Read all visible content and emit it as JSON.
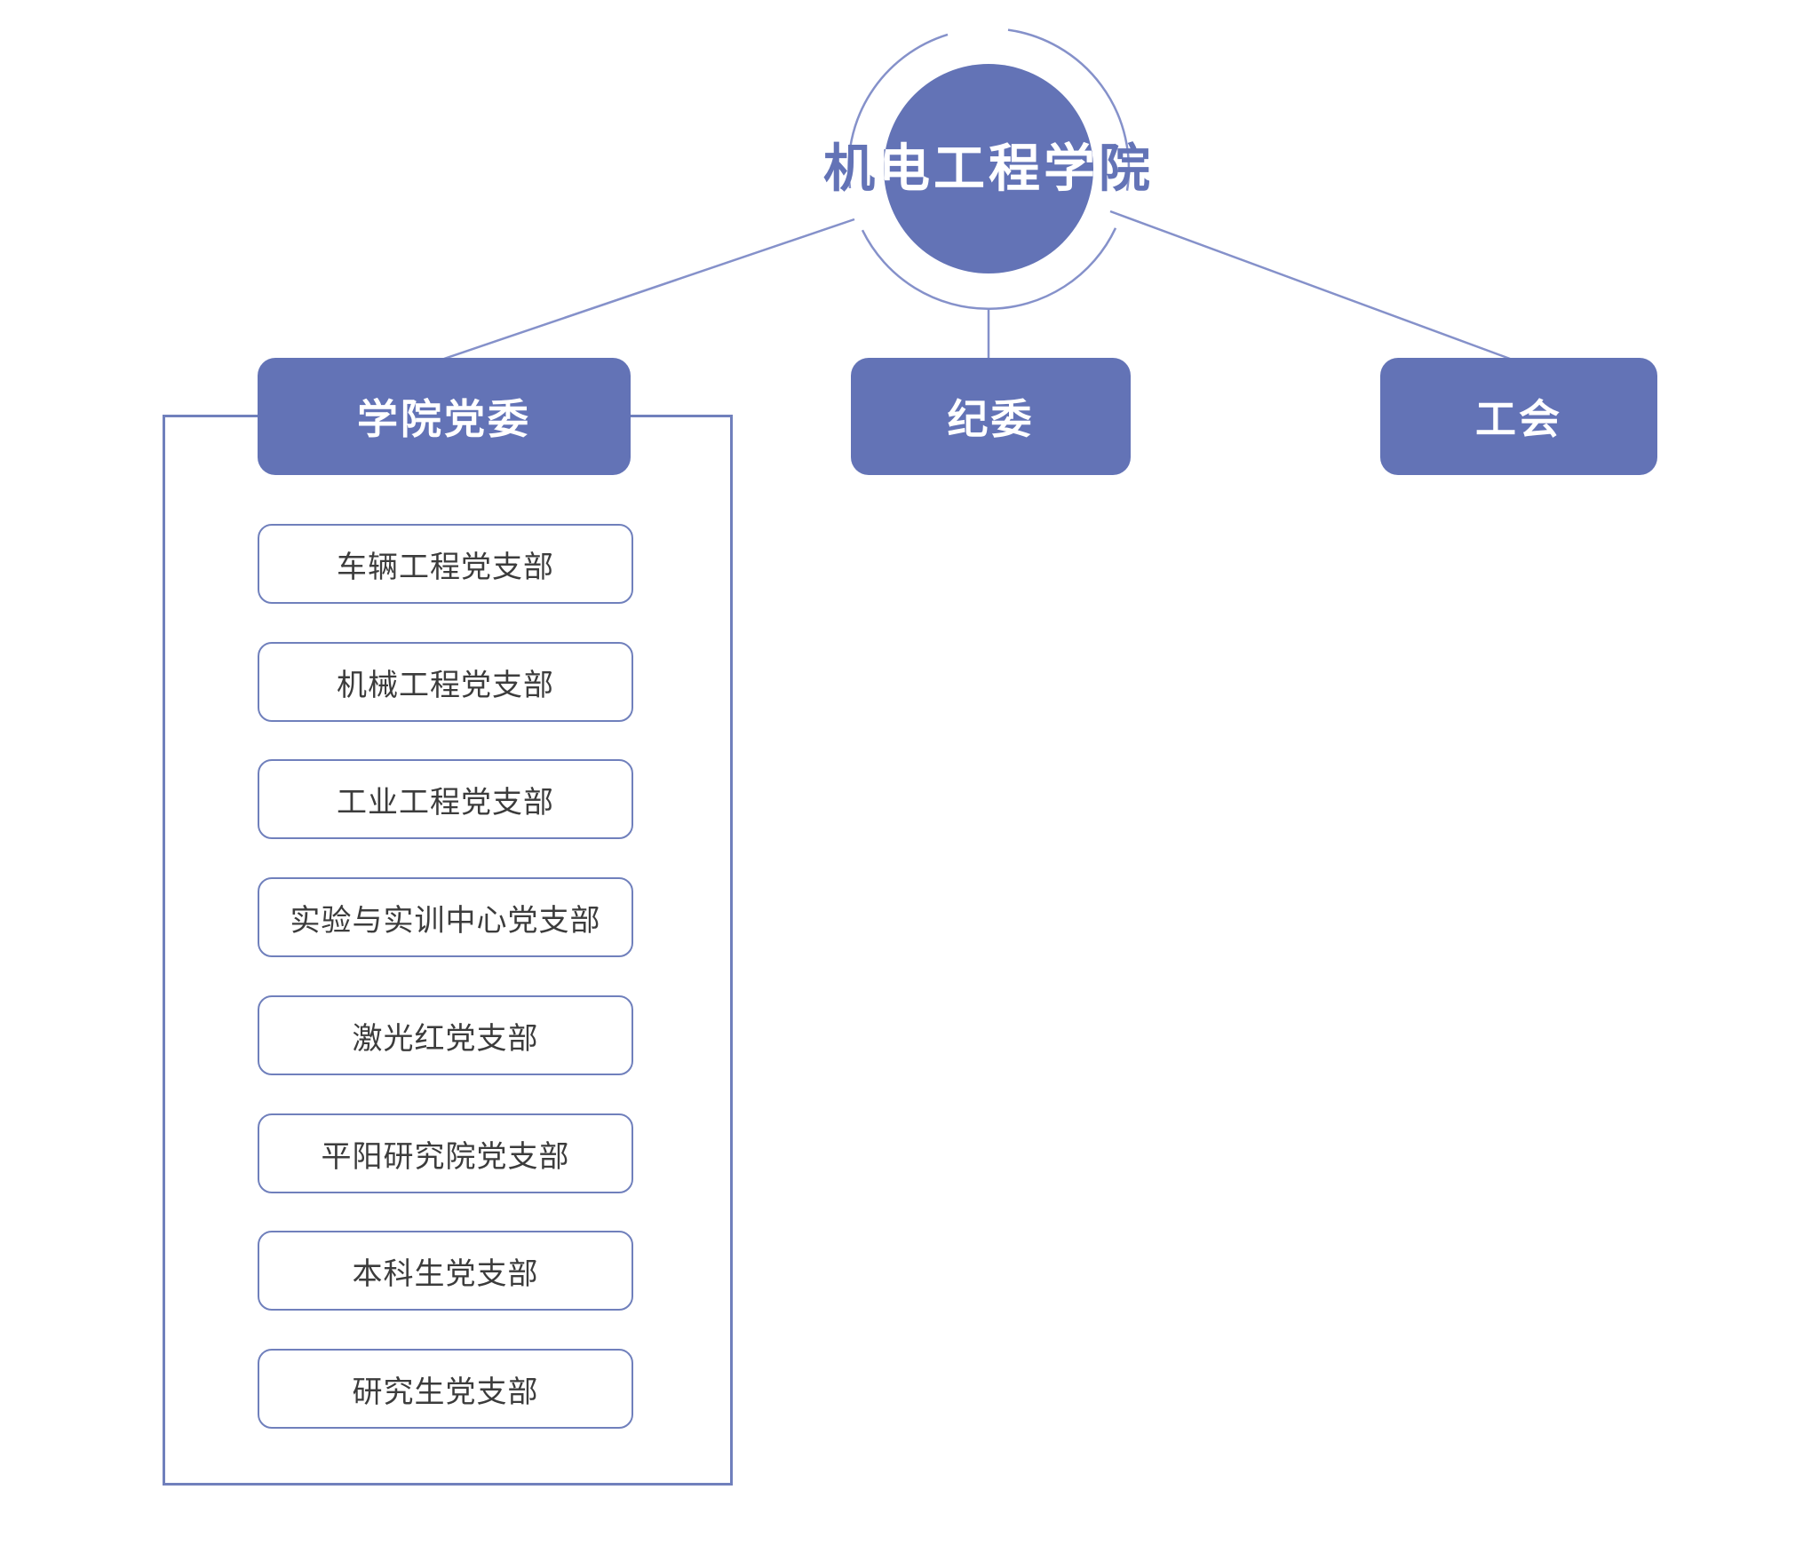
{
  "diagram": {
    "type": "org-chart",
    "root": {
      "label": "机电工程学院"
    },
    "branches": [
      {
        "id": "party-committee",
        "label": "学院党委",
        "children": [
          "车辆工程党支部",
          "机械工程党支部",
          "工业工程党支部",
          "实验与实训中心党支部",
          "激光红党支部",
          "平阳研究院党支部",
          "本科生党支部",
          "研究生党支部"
        ]
      },
      {
        "id": "discipline-committee",
        "label": "纪委",
        "children": []
      },
      {
        "id": "labor-union",
        "label": "工会",
        "children": []
      }
    ],
    "colors": {
      "node_fill": "#6373b6",
      "connector_line": "#8591ca",
      "box_border": "#7080bc",
      "node_text": "#ffffff",
      "branch_text": "#3c3c3c",
      "background": "#ffffff"
    }
  }
}
